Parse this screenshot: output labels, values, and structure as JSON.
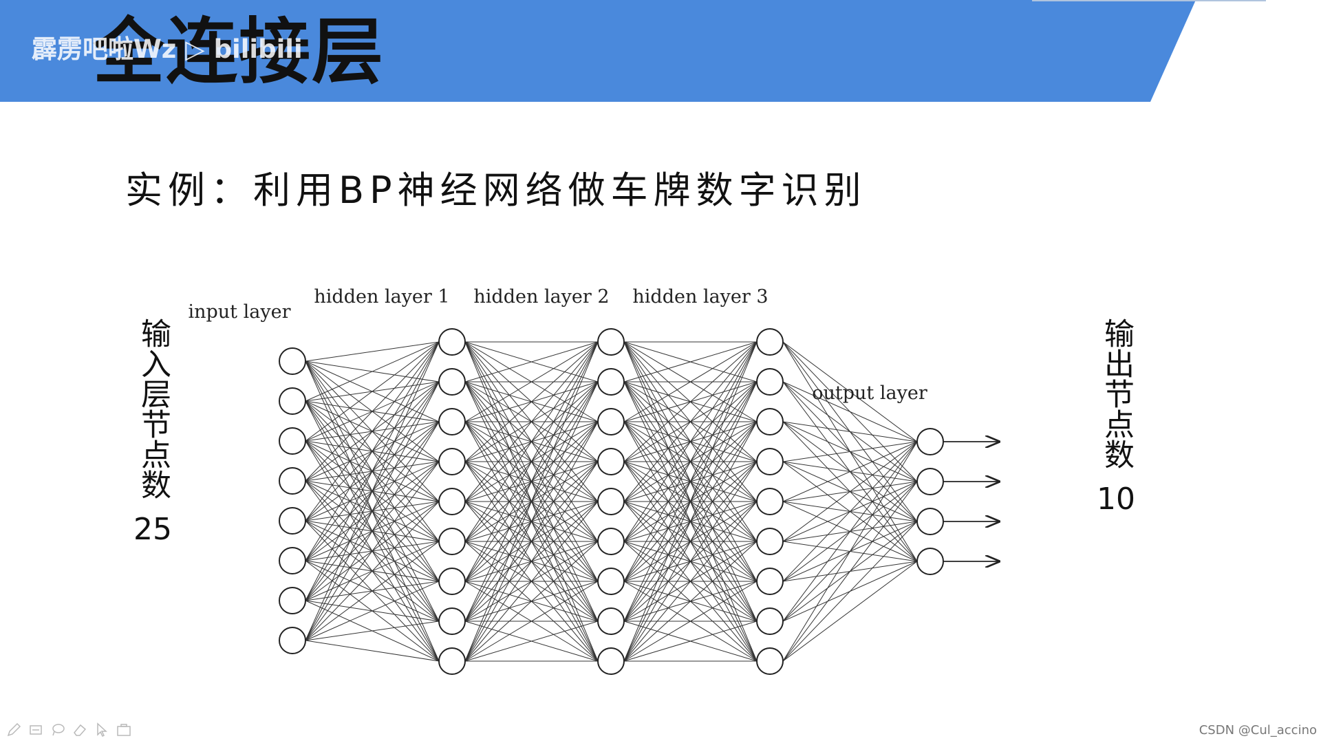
{
  "slide": {
    "title": "全连接层",
    "watermark": "霹雳吧啦Wz ▷ bilibili",
    "subtitle": "实例：利用BP神经网络做车牌数字识别",
    "header_color": "#4a89dc"
  },
  "side_labels": {
    "input": {
      "text": "输入层节点数",
      "number": "25"
    },
    "output": {
      "text": "输出节点数",
      "number": "10"
    }
  },
  "network": {
    "layers": [
      {
        "label": "input layer",
        "nodes": 8
      },
      {
        "label": "hidden layer 1",
        "nodes": 9
      },
      {
        "label": "hidden layer 2",
        "nodes": 9
      },
      {
        "label": "hidden layer 3",
        "nodes": 9
      },
      {
        "label": "output layer",
        "nodes": 4
      }
    ],
    "connection": "fully-connected",
    "output_arrows": 4
  },
  "footer": {
    "credit": "CSDN @Cul_accino",
    "toolbar_icons": [
      "pen-icon",
      "highlighter-icon",
      "lasso-icon",
      "eraser-icon",
      "pointer-icon",
      "camera-icon"
    ]
  }
}
